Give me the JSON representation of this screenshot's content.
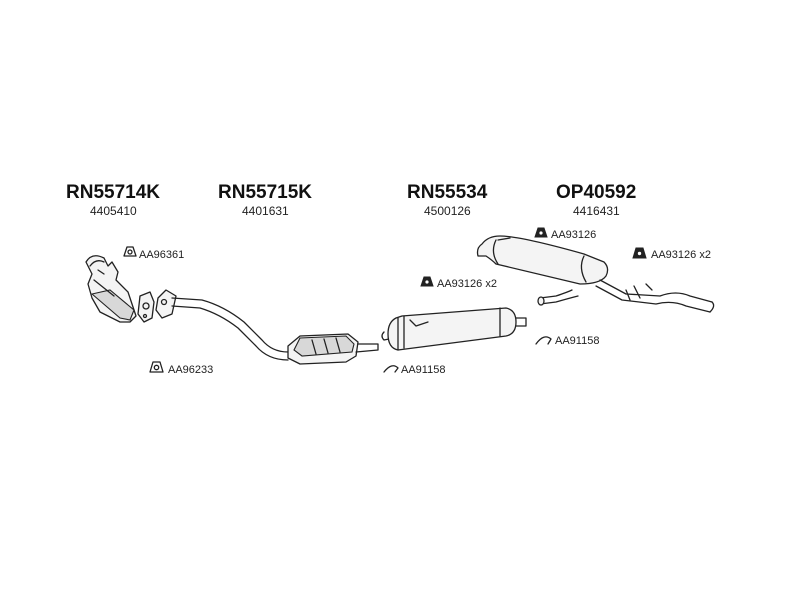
{
  "parts": [
    {
      "code": "RN55714K",
      "number": "4405410"
    },
    {
      "code": "RN55715K",
      "number": "4401631"
    },
    {
      "code": "RN55534",
      "number": "4500126"
    },
    {
      "code": "OP40592",
      "number": "4416431"
    }
  ],
  "accessories": [
    {
      "label": "AA96361",
      "icon": "gasket-icon"
    },
    {
      "label": "AA96233",
      "icon": "gasket-icon"
    },
    {
      "label": "AA93126 x2",
      "icon": "rubber-mount-icon"
    },
    {
      "label": "AA91158",
      "icon": "clamp-icon"
    },
    {
      "label": "AA93126",
      "icon": "rubber-mount-icon"
    },
    {
      "label": "AA93126 x2",
      "icon": "rubber-mount-icon"
    },
    {
      "label": "AA91158",
      "icon": "clamp-icon"
    }
  ]
}
